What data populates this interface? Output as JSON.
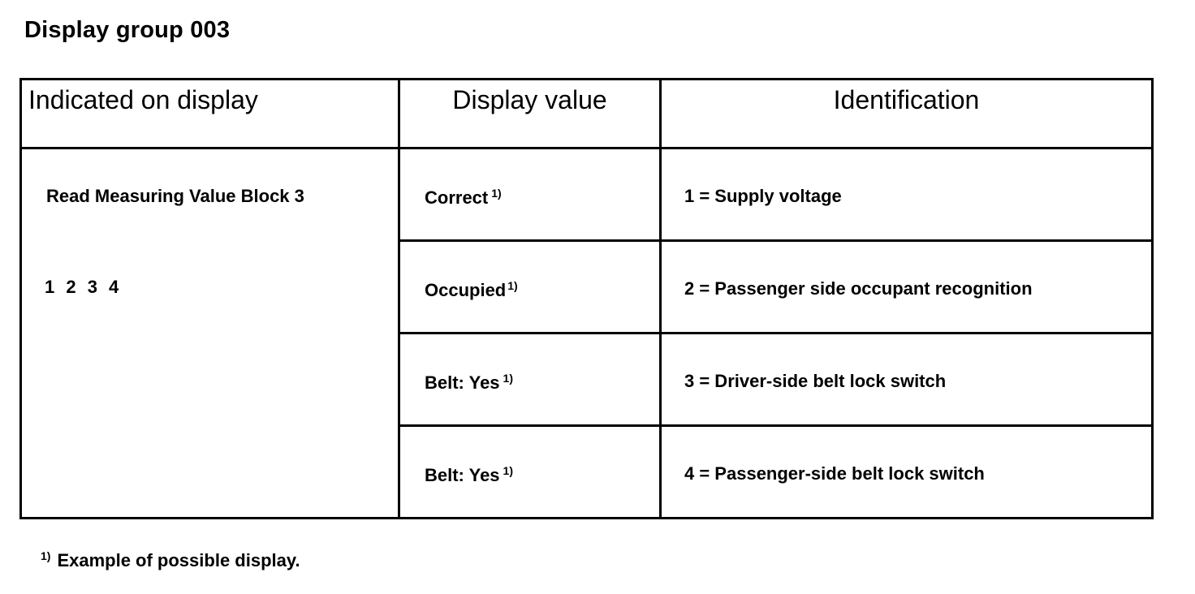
{
  "title": "Display group 003",
  "table": {
    "headers": {
      "indicated": "Indicated on display",
      "display_value": "Display value",
      "identification": "Identification"
    },
    "indicated_cell": {
      "main": "Read Measuring Value Block 3",
      "numbers": "1 2 3 4"
    },
    "rows": [
      {
        "display_value": "Correct",
        "display_value_footnote": "1)",
        "identification": "1 = Supply voltage"
      },
      {
        "display_value": "Occupied",
        "display_value_footnote": "1)",
        "identification": "2 = Passenger side occupant recognition"
      },
      {
        "display_value": "Belt: Yes",
        "display_value_footnote": "1)",
        "identification": "3 = Driver-side belt lock switch"
      },
      {
        "display_value": "Belt: Yes",
        "display_value_footnote": "1)",
        "identification": "4 = Passenger-side belt lock switch"
      }
    ]
  },
  "footnote": {
    "marker": "1)",
    "text": "Example of possible display."
  },
  "colors": {
    "text": "#000000",
    "background": "#ffffff",
    "border": "#000000"
  }
}
